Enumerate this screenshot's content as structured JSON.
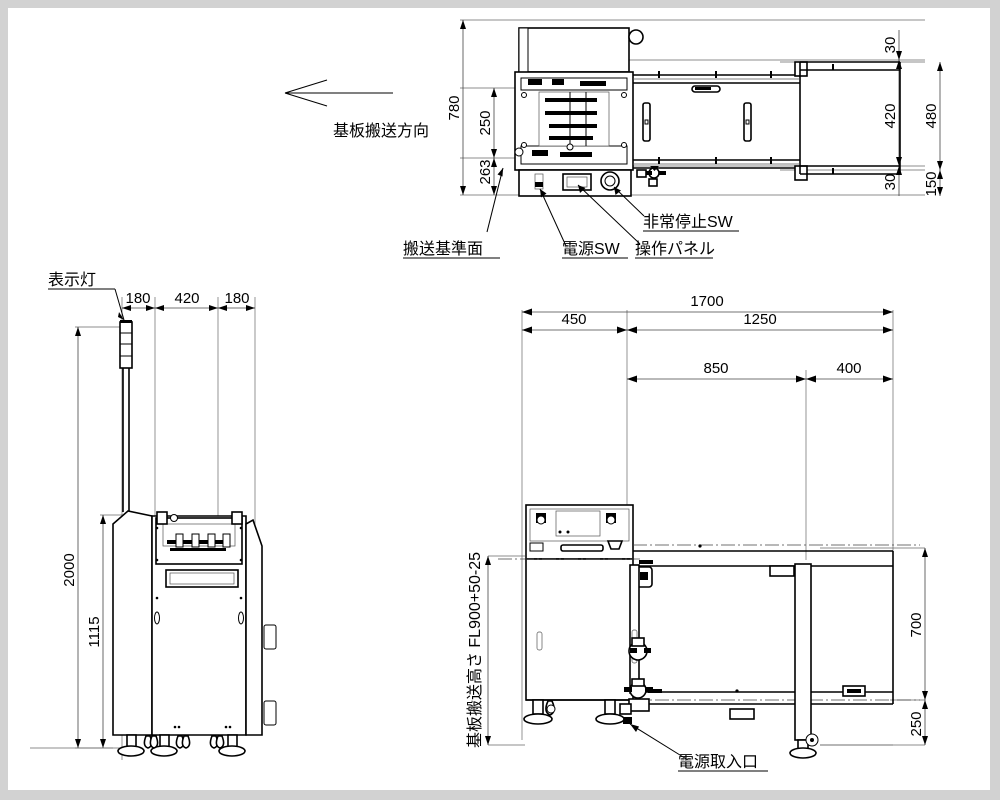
{
  "drawing": {
    "title": "substrate-transfer-machine-outline-drawing",
    "background_color": "#d2d2d2",
    "canvas_color": "#ffffff",
    "line_color": "#000000"
  },
  "views": {
    "top_view": {
      "name": "plan-view",
      "dimensions": {
        "overall_height": "780",
        "upper_section": "250",
        "lower_section": "263",
        "conveyor_top_offset": "30",
        "conveyor_height": "420",
        "conveyor_overall": "480",
        "conveyor_bottom_offset": "30",
        "frame_below": "150"
      },
      "annotations": {
        "transport_direction": "基板搬送方向",
        "reference_plane": "搬送基準面",
        "power_switch": "電源SW",
        "operation_panel": "操作パネル",
        "emergency_stop_switch": "非常停止SW"
      }
    },
    "left_view": {
      "name": "side-elevation-view",
      "dimensions": {
        "width_left": "180",
        "width_center": "420",
        "width_right": "180",
        "total_height": "2000",
        "body_height": "1115"
      },
      "annotations": {
        "indicator_lamp": "表示灯"
      }
    },
    "front_view": {
      "name": "front-elevation-view",
      "dimensions": {
        "overall_width": "1700",
        "cabinet_width": "450",
        "conveyor_width": "1250",
        "conveyor_span": "850",
        "conveyor_tail": "400",
        "height_upper": "700",
        "height_lower": "250"
      },
      "annotations": {
        "transfer_height": "基板搬送高さ FL900+50-25",
        "power_inlet": "電源取入口"
      }
    }
  }
}
